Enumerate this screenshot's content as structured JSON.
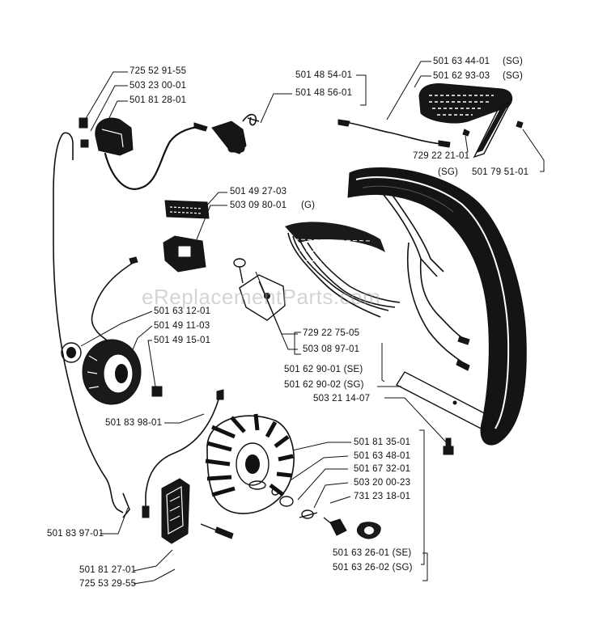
{
  "watermark": "eReplacementParts.com",
  "labels": {
    "l1": "725 52 91-55",
    "l2": "503 23 00-01",
    "l3": "501 81 28-01",
    "l4": "501 48 54-01",
    "l5": "501 48 56-01",
    "l6": "501 63 44-01",
    "l6s": "(SG)",
    "l7": "501 62 93-03",
    "l7s": "(SG)",
    "l8": "729 22 21-01",
    "l8s": "(SG)",
    "l9": "501 79 51-01",
    "l10": "501 49 27-03",
    "l11": "503 09 80-01",
    "l11s": "(G)",
    "l12": "501 63 12-01",
    "l13": "501 49 11-03",
    "l14": "501 49 15-01",
    "l15": "729 22 75-05",
    "l16": "503 08 97-01",
    "l17": "501 62 90-01 (SE)",
    "l18": "501 62 90-02 (SG)",
    "l19": "503 21 14-07",
    "l20": "501 83 98-01",
    "l21": "501 81 35-01",
    "l22": "501 63 48-01",
    "l23": "501 67 32-01",
    "l24": "503 20 00-23",
    "l25": "731 23 18-01",
    "l26": "501 83 97-01",
    "l27": "501 81 27-01",
    "l28": "725 53 29-55",
    "l29": "501 63 26-01 (SE)",
    "l30": "501 63 26-02 (SG)"
  }
}
